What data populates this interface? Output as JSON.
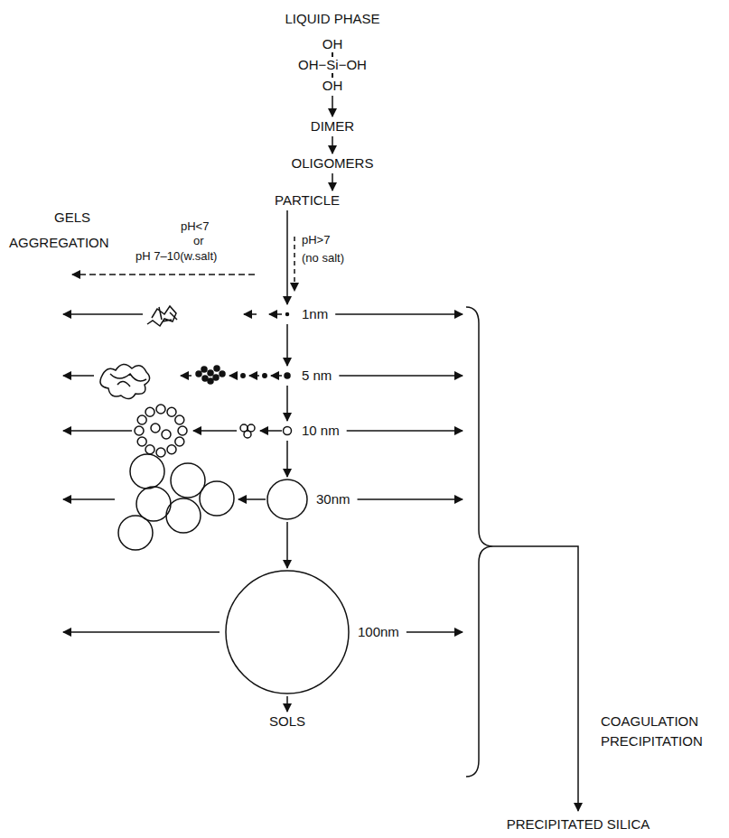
{
  "diagram": {
    "nodes": [
      {
        "text": [
          "OH",
          "OH−Si−OH",
          "OH"
        ]
      },
      {
        "text": [
          "DIMER"
        ]
      },
      {
        "text": [
          "OLIGOMERS"
        ]
      },
      {
        "text": [
          "PARTICLE"
        ]
      },
      {
        "text": [
          "1nm"
        ]
      },
      {
        "text": [
          "5 nm"
        ]
      },
      {
        "text": [
          "10 nm"
        ]
      },
      {
        "text": [
          "30nm"
        ]
      },
      {
        "text": [
          "100nm"
        ]
      },
      {
        "text": [
          "SOLS"
        ]
      }
    ],
    "edges": [
      {
        "from": 0,
        "to": 1,
        "arrow": "to"
      },
      {
        "from": 1,
        "to": 2,
        "arrow": "to"
      },
      {
        "from": 2,
        "to": 3,
        "arrow": "to"
      },
      {
        "from": 3,
        "to": 4,
        "arrow": "to"
      },
      {
        "from": 4,
        "to": 5,
        "arrow": "to"
      },
      {
        "from": 5,
        "to": 6,
        "arrow": "to"
      },
      {
        "from": 6,
        "to": 7,
        "arrow": "to"
      },
      {
        "from": 7,
        "to": 8,
        "arrow": "to"
      },
      {
        "from": 8,
        "to": 9,
        "arrow": "to"
      }
    ],
    "labels": [
      "LIQUID PHASE",
      "GELS",
      "AGGREGATION",
      "pH<7",
      "or",
      "pH 7–10(w.salt)",
      "pH>7",
      "(no salt)",
      "COAGULATION",
      "PRECIPITATION",
      "PRECIPITATED SILICA"
    ]
  }
}
